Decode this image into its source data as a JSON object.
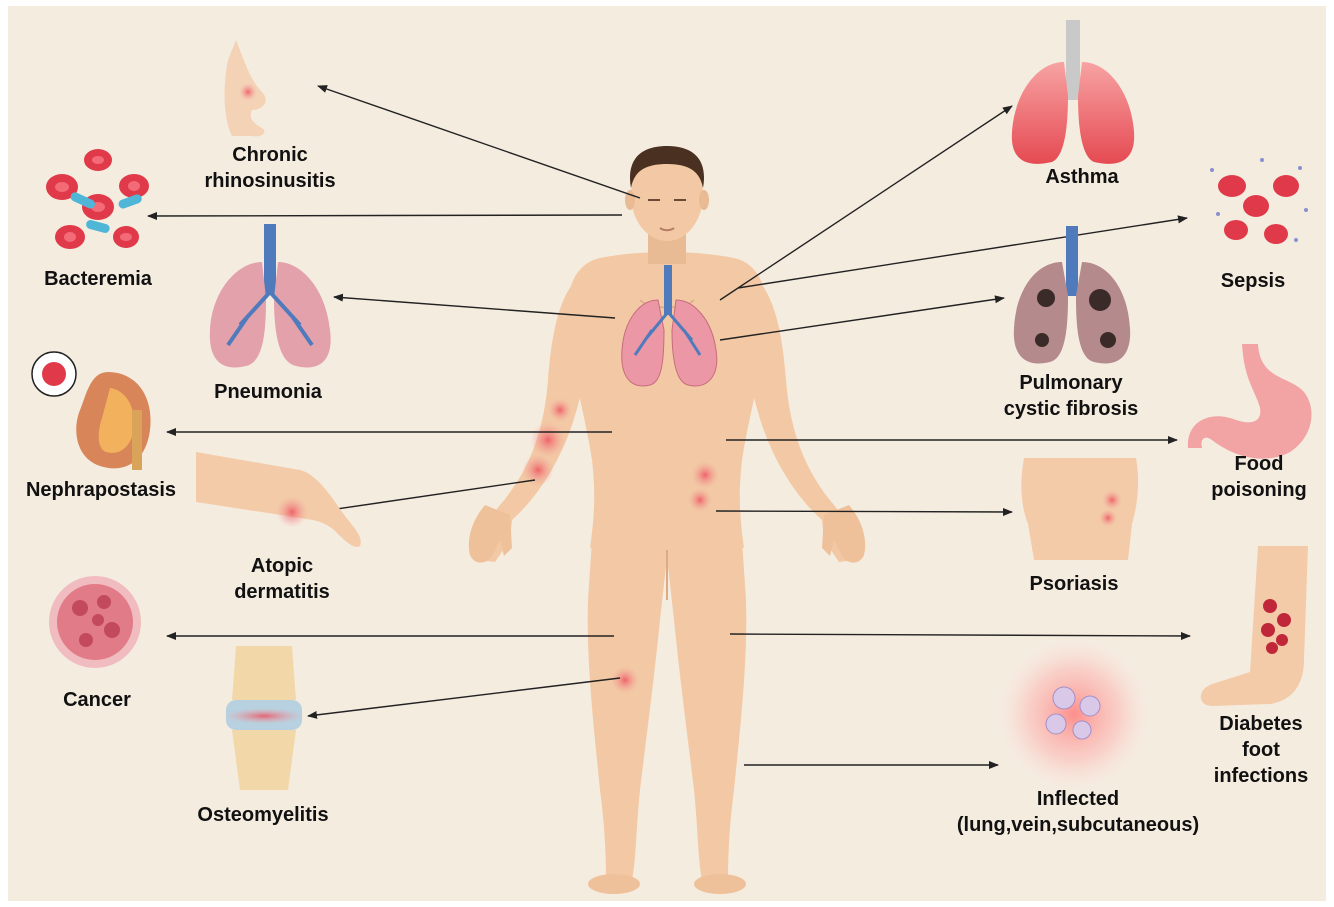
{
  "colors": {
    "background": "#f5ece0",
    "skin": "#f2c9a4",
    "skin_shadow": "#dcaa84",
    "hair": "#4a3020",
    "lung": "#e98e9e",
    "trachea": "#4f7bbd",
    "blood_cell": "#e03a4a",
    "inflammation": "#f06a6a",
    "arrow": "#222222"
  },
  "diagram": {
    "center_icon": "human-body-icon",
    "labels": {
      "chronic_rhinosinusitis": [
        "Chronic",
        "rhinosinusitis"
      ],
      "bacteremia": [
        "Bacteremia"
      ],
      "pneumonia": [
        "Pneumonia"
      ],
      "nephrapostasis": [
        "Nephrapostasis"
      ],
      "atopic_dermatitis": [
        "Atopic",
        "dermatitis"
      ],
      "cancer": [
        "Cancer"
      ],
      "osteomyelitis": [
        "Osteomyelitis"
      ],
      "asthma": [
        "Asthma"
      ],
      "sepsis": [
        "Sepsis"
      ],
      "pulmonary_cystic_fibrosis": [
        "Pulmonary",
        "cystic fibrosis"
      ],
      "food_poisoning": [
        "Food",
        "poisoning"
      ],
      "psoriasis": [
        "Psoriasis"
      ],
      "diabetes_foot_infections": [
        "Diabetes",
        "foot",
        "infections"
      ],
      "inflected": [
        "Inflected",
        "(lung,vein,subcutaneous)"
      ]
    },
    "icons": {
      "chronic_rhinosinusitis": "nose-icon",
      "bacteremia": "bacteria-blood-cells-icon",
      "pneumonia": "lungs-icon",
      "nephrapostasis": "kidney-icon",
      "atopic_dermatitis": "hand-rash-icon",
      "cancer": "tumor-cells-icon",
      "osteomyelitis": "knee-joint-icon",
      "asthma": "lungs-icon",
      "sepsis": "blood-cells-icon",
      "pulmonary_cystic_fibrosis": "damaged-lungs-icon",
      "food_poisoning": "stomach-icon",
      "psoriasis": "abdomen-rash-icon",
      "diabetes_foot_infections": "foot-lesion-icon",
      "inflected": "infected-cells-icon"
    }
  }
}
